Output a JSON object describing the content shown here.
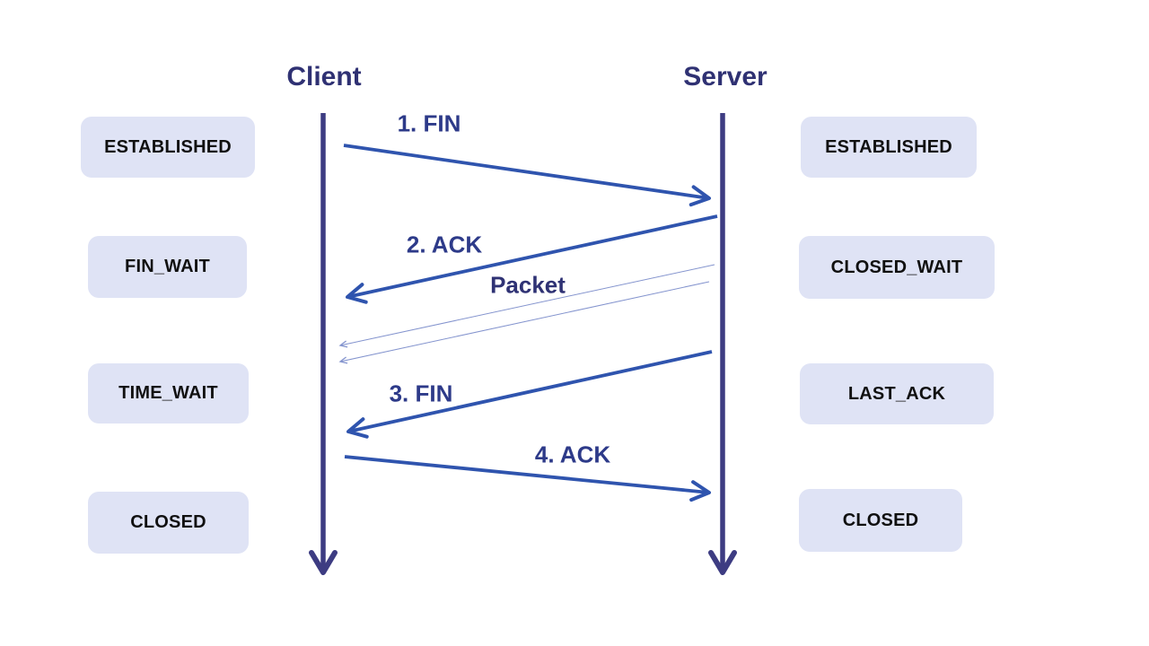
{
  "diagram": {
    "client": {
      "title": "Client",
      "states": [
        "ESTABLISHED",
        "FIN_WAIT",
        "TIME_WAIT",
        "CLOSED"
      ]
    },
    "server": {
      "title": "Server",
      "states": [
        "ESTABLISHED",
        "CLOSED_WAIT",
        "LAST_ACK",
        "CLOSED"
      ]
    },
    "messages": [
      {
        "label": "1. FIN",
        "from": "client",
        "to": "server",
        "style": "solid"
      },
      {
        "label": "2. ACK",
        "from": "server",
        "to": "client",
        "style": "solid"
      },
      {
        "label": "Packet",
        "from": "server",
        "to": "client",
        "style": "thin-double-line"
      },
      {
        "label": "3. FIN",
        "from": "server",
        "to": "client",
        "style": "solid"
      },
      {
        "label": "4. ACK",
        "from": "client",
        "to": "server",
        "style": "solid"
      }
    ],
    "colors": {
      "lifeline": "#3D3C82",
      "message_arrow": "#2F54AE",
      "thin_packet_arrow": "#8494CE",
      "state_box_fill": "#DFE3F5",
      "state_box_text": "#101010",
      "actor_title_text": "#2F3173",
      "message_label_text": "#2D3A89"
    }
  }
}
